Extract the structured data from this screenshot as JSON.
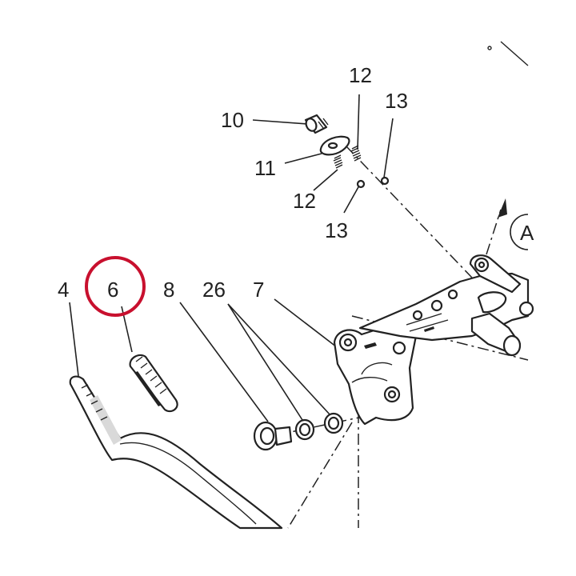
{
  "diagram": {
    "callouts": {
      "p10": "10",
      "p11": "11",
      "p12a": "12",
      "p12b": "12",
      "p13a": "13",
      "p13b": "13",
      "p4": "4",
      "p6": "6",
      "p8": "8",
      "p26": "26",
      "p7": "7",
      "pA": "A"
    },
    "highlight": {
      "target": "6",
      "color": "#c8102e"
    }
  }
}
